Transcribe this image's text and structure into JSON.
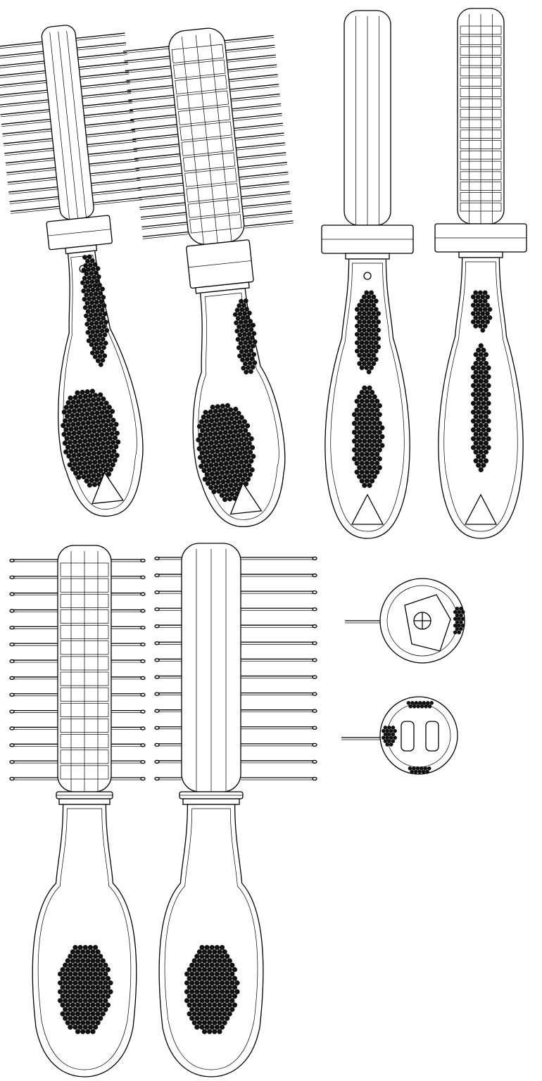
{
  "colors": {
    "line": "#000000",
    "background": "#ffffff",
    "grip": "#111111"
  },
  "views": [
    {
      "id": "perspective-front"
    },
    {
      "id": "perspective-rear"
    },
    {
      "id": "front"
    },
    {
      "id": "rear"
    },
    {
      "id": "side-left"
    },
    {
      "id": "side-right"
    },
    {
      "id": "top"
    },
    {
      "id": "bottom"
    }
  ]
}
